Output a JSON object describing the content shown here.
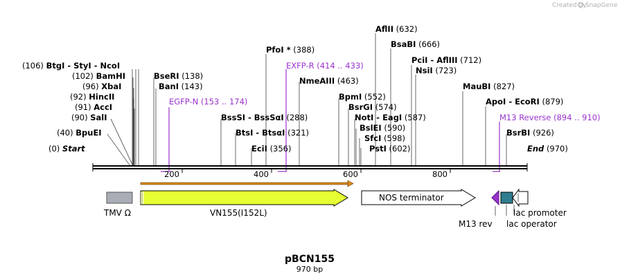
{
  "credit": {
    "text": "Created by",
    "brand": "SnapGene"
  },
  "plasmid": {
    "name": "pBCN155",
    "length_label": "970 bp",
    "length": 970
  },
  "ruler_ticks": [
    "200",
    "400",
    "600",
    "800"
  ],
  "sites": {
    "start": {
      "pos": "(0)",
      "name": "Start"
    },
    "bpuei": {
      "pos": "(40)",
      "name": "BpuEI"
    },
    "sali": {
      "pos": "(90)",
      "name": "SalI"
    },
    "acci": {
      "pos": "(91)",
      "name": "AccI"
    },
    "hincii": {
      "pos": "(92)",
      "name": "HincII"
    },
    "xbai": {
      "pos": "(96)",
      "name": "XbaI"
    },
    "bamhi": {
      "pos": "(102)",
      "name": "BamHI"
    },
    "btgi_ncoi": {
      "pos": "(106)",
      "name": "BtgI  -  StyI  -  NcoI"
    },
    "bseri": {
      "name": "BseRI",
      "pos": "(138)"
    },
    "bani": {
      "name": "BanI",
      "pos": "(143)"
    },
    "bsssi": {
      "name": "BssSI  -  BssSαI",
      "pos": "(288)"
    },
    "btsi": {
      "name": "BtsI  -  BtsαI",
      "pos": "(321)"
    },
    "ecii": {
      "name": "EciI",
      "pos": "(356)"
    },
    "pfoi": {
      "name": "PfoI *",
      "pos": "(388)"
    },
    "nmeaiii": {
      "name": "NmeAIII",
      "pos": "(463)"
    },
    "bpmi": {
      "name": "BpmI",
      "pos": "(552)"
    },
    "bsrgi": {
      "name": "BsrGI",
      "pos": "(574)"
    },
    "noti": {
      "name": "NotI  -  EagI",
      "pos": "(587)"
    },
    "bslei": {
      "name": "BslEI",
      "pos": "(590)"
    },
    "sfci": {
      "name": "SfcI",
      "pos": "(598)"
    },
    "psti": {
      "name": "PstI",
      "pos": "(602)"
    },
    "aflii": {
      "name": "AflII",
      "pos": "(632)"
    },
    "bsabi": {
      "name": "BsaBI",
      "pos": "(666)"
    },
    "pcii": {
      "name": "PciI  -  AflIII",
      "pos": "(712)"
    },
    "nsii": {
      "name": "NsiI",
      "pos": "(723)"
    },
    "maubi": {
      "name": "MauBI",
      "pos": "(827)"
    },
    "apoi": {
      "name": "ApoI  -  EcoRI",
      "pos": "(879)"
    },
    "bsrbi": {
      "name": "BsrBI",
      "pos": "(926)"
    },
    "end": {
      "name": "End",
      "pos": "(970)"
    }
  },
  "primers": {
    "egfp_n": {
      "name": "EGFP-N",
      "range": "(153 .. 174)"
    },
    "exfp_r": {
      "name": "EXFP-R",
      "range": "(414 .. 433)"
    },
    "m13_reverse": {
      "name": "M13 Reverse",
      "range": "(894 .. 910)"
    }
  },
  "features": {
    "tmv": {
      "label": "TMV Ω"
    },
    "vn155": {
      "label": "VN155(I152L)"
    },
    "nos": {
      "label": "NOS terminator"
    },
    "m13rev": {
      "label": "M13 rev"
    },
    "lac_operator": {
      "label": "lac operator"
    },
    "lac_promoter": {
      "label": "lac promoter"
    }
  },
  "colors": {
    "primer": "#9933cc",
    "vn155_fill": "#e6ff33",
    "tmv_fill": "#a9adb5",
    "lac_operator_fill": "#2f7d8f",
    "m13rev_fill": "#9933cc",
    "orf_arrow": "#d98a1c"
  }
}
